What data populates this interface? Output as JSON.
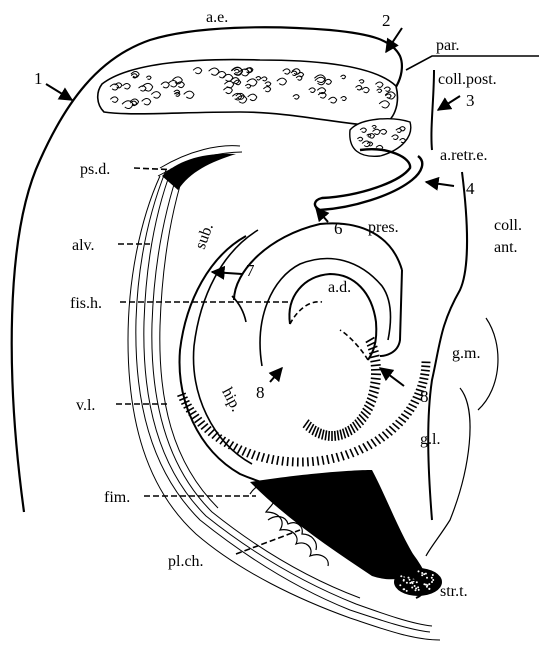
{
  "diagram": {
    "ink_color": "#000000",
    "background_color": "#ffffff",
    "labels": {
      "ae": "a.e.",
      "par": "par.",
      "coll_post": "coll.post.",
      "a_retr_e": "a.retr.e.",
      "coll": "coll.",
      "ant": "ant.",
      "ps_d": "ps.d.",
      "sub": "sub.",
      "pres": "pres.",
      "alv": "alv.",
      "fis_h": "fis.h.",
      "a_d": "a.d.",
      "g_m": "g.m.",
      "v_l": "v.l.",
      "hip": "hip.",
      "g_l": "g.l.",
      "fim": "fim.",
      "pl_ch": "pl.ch.",
      "str_t": "str.t."
    },
    "markers": {
      "m1": "1",
      "m2": "2",
      "m3": "3",
      "m4": "4",
      "m6": "6",
      "m7": "7",
      "m8": "8",
      "m8p": "8′"
    }
  }
}
